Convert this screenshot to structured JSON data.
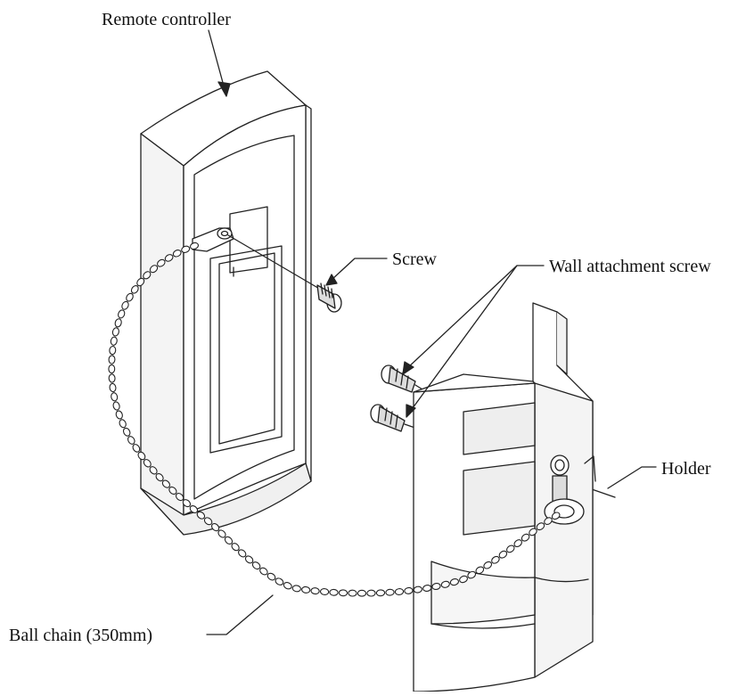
{
  "labels": {
    "remote_controller": "Remote controller",
    "screw": "Screw",
    "wall_attachment_screw": "Wall attachment screw",
    "holder": "Holder",
    "ball_chain": "Ball chain (350mm)"
  },
  "colors": {
    "line": "#222222",
    "fill": "#ffffff",
    "shade": "#e6e6e6"
  }
}
